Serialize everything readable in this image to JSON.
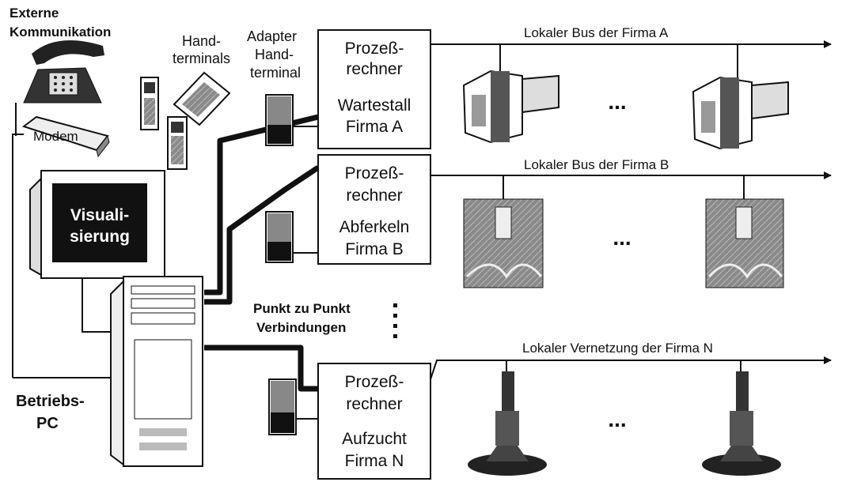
{
  "external_comm": {
    "line1": "Externe",
    "line2": "Kommunikation"
  },
  "handterminals": {
    "line1": "Hand-",
    "line2": "terminals"
  },
  "modem": "Modem",
  "visualisierung": {
    "line1": "Visuali-",
    "line2": "sierung"
  },
  "betriebs_pc": {
    "line1": "Betriebs-",
    "line2": "PC"
  },
  "adapter": {
    "line1": "Adapter",
    "line2": "Hand-",
    "line3": "terminal"
  },
  "p2p": {
    "line1": "Punkt zu Punkt",
    "line2": "Verbindungen"
  },
  "ellipsis": "...",
  "firms": [
    {
      "box_l1": "Prozeß-",
      "box_l2": "rechner",
      "box_l3": "Wartestall",
      "box_l4": "Firma A",
      "bus": "Lokaler Bus der Firma A",
      "device_icon": "feeding-station-icon"
    },
    {
      "box_l1": "Prozeß-",
      "box_l2": "rechner",
      "box_l3": "Abferkeln",
      "box_l4": "Firma B",
      "bus": "Lokaler Bus der Firma B",
      "device_icon": "farrowing-pen-photo-icon"
    },
    {
      "box_l1": "Prozeß-",
      "box_l2": "rechner",
      "box_l3": "Aufzucht",
      "box_l4": "Firma N",
      "bus": "Lokaler Vernetzung der Firma N",
      "device_icon": "feeder-pedestal-icon"
    }
  ]
}
